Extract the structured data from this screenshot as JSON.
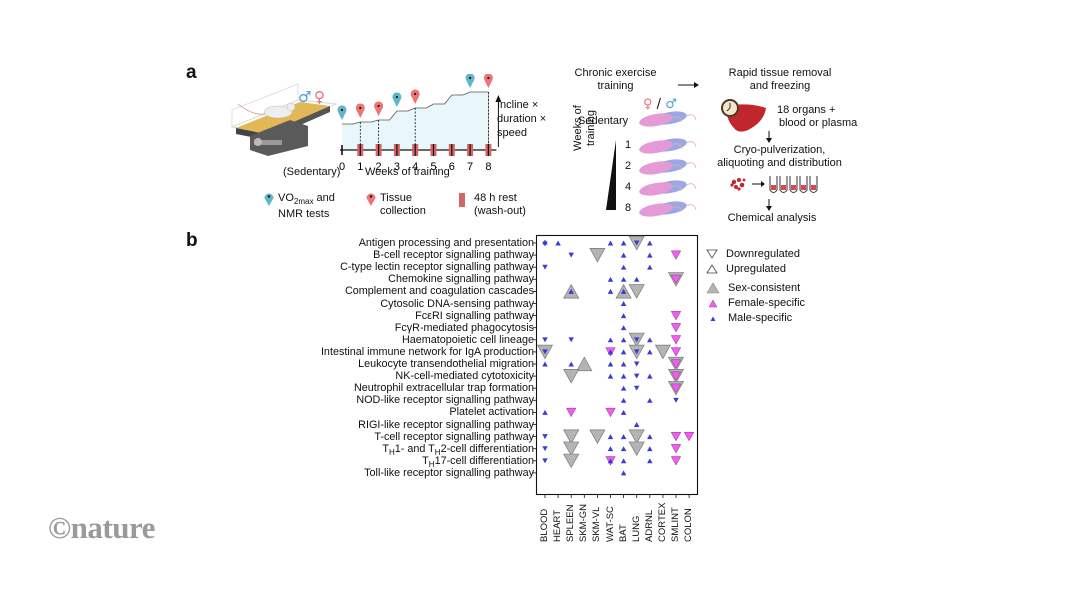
{
  "panel_a": {
    "letter": "a",
    "timeline": {
      "week_ticks": [
        "0",
        "1",
        "2",
        "3",
        "4",
        "5",
        "6",
        "7",
        "8"
      ],
      "sedentary_label": "(Sedentary)",
      "axis_label": "Weeks of training",
      "progression_label": [
        "Incline ×",
        "duration ×",
        "speed"
      ],
      "vo2_test_weeks": [
        0,
        3,
        7
      ],
      "tissue_collection_weeks": [
        1,
        2,
        4,
        8
      ],
      "rest_marker_weeks": [
        1,
        2,
        3,
        4,
        5,
        6,
        7,
        8
      ]
    },
    "legend": {
      "vo2_label_line1_pre": "VO",
      "vo2_label_sub": "2max",
      "vo2_label_line1_post": " and",
      "vo2_label_line2": "NMR tests",
      "tissue_label_line1": "Tissue",
      "tissue_label_line2": "collection",
      "rest_label_line1": "48 h rest",
      "rest_label_line2": "(wash-out)"
    },
    "sex_symbols": {
      "male": "♂",
      "female": "♀"
    },
    "cohort": {
      "title_line1": "Chronic exercise",
      "title_line2": "training",
      "sex_header_female": "♀",
      "sex_header_sep": " / ",
      "sex_header_male": "♂",
      "sedentary": "Sedentary",
      "weeks_axis_line1": "Weeks of",
      "weeks_axis_line2": "training",
      "groups": [
        "1",
        "2",
        "4",
        "8"
      ]
    },
    "workflow": {
      "step1_line1": "Rapid tissue removal",
      "step1_line2": "and freezing",
      "organs_line1": "18 organs +",
      "organs_line2": "blood or plasma",
      "step2_line1": "Cryo-pulverization,",
      "step2_line2": "aliquoting and distribution",
      "step3": "Chemical analysis"
    }
  },
  "panel_b": {
    "letter": "b",
    "legend": {
      "down": "Downregulated",
      "up": "Upregulated",
      "sex_consistent": "Sex-consistent",
      "female_specific": "Female-specific",
      "male_specific": "Male-specific"
    }
  },
  "colors": {
    "sex_consistent": "#b4b4b4",
    "female_specific": "#f25cf0",
    "male_specific": "#3b3bd1",
    "vo2_pin": "#5fb6c9",
    "tissue_pin": "#ef7474",
    "rest_bar": "#d46565",
    "timeline_fill": "#e9f7fb",
    "female_mouse": "#e49ad6",
    "male_mouse": "#9aa7e6",
    "liver": "#c0272d"
  },
  "chart_data": {
    "type": "heatmap",
    "title": "",
    "xlabel": "",
    "ylabel": "",
    "columns": [
      "BLOOD",
      "HEART",
      "SPLEEN",
      "SKM-GN",
      "SKM-VL",
      "WAT-SC",
      "BAT",
      "LUNG",
      "ADRNL",
      "CORTEX",
      "SMLINT",
      "COLON"
    ],
    "rows": [
      "Antigen processing and presentation",
      "B-cell receptor signalling pathway",
      "C-type lectin receptor signalling pathway",
      "Chemokine signalling pathway",
      "Complement and coagulation cascades",
      "Cytosolic DNA-sensing pathway",
      "FcεRI signalling pathway",
      "FcγR-mediated phagocytosis",
      "Haematopoietic cell lineage",
      "Intestinal immune network for IgA production",
      "Leukocyte transendothelial migration",
      "NK-cell-mediated cytotoxicity",
      "Neutrophil extracellular trap formation",
      "NOD-like receptor signalling pathway",
      "Platelet activation",
      "RIGI-like receptor signalling pathway",
      "T-cell receptor signalling pathway",
      "TH1- and TH2-cell differentiation",
      "TH17-cell differentiation",
      "Toll-like receptor signalling pathway"
    ],
    "row_label_parts": [
      null,
      null,
      null,
      null,
      null,
      null,
      null,
      null,
      null,
      null,
      null,
      null,
      null,
      null,
      null,
      null,
      null,
      [
        [
          "T",
          ""
        ],
        [
          "H",
          "sub"
        ],
        [
          "1- and T",
          ""
        ],
        [
          "H",
          "sub"
        ],
        [
          "2-cell differentiation",
          ""
        ]
      ],
      [
        [
          "T",
          ""
        ],
        [
          "H",
          "sub"
        ],
        [
          "17-cell differentiation",
          ""
        ]
      ],
      null
    ],
    "marker_key": "each marker: [row_index, column_index, category, direction]; category in sex_consistent/female/male; direction up/down/both",
    "markers": [
      [
        0,
        0,
        "male",
        "both"
      ],
      [
        0,
        1,
        "male",
        "up"
      ],
      [
        0,
        5,
        "male",
        "up"
      ],
      [
        0,
        6,
        "male",
        "up"
      ],
      [
        0,
        7,
        "sex_consistent",
        "down"
      ],
      [
        0,
        7,
        "male",
        "down"
      ],
      [
        0,
        8,
        "male",
        "up"
      ],
      [
        1,
        2,
        "male",
        "down"
      ],
      [
        1,
        4,
        "sex_consistent",
        "down"
      ],
      [
        1,
        6,
        "male",
        "up"
      ],
      [
        1,
        8,
        "male",
        "up"
      ],
      [
        1,
        10,
        "female",
        "down"
      ],
      [
        2,
        0,
        "male",
        "down"
      ],
      [
        2,
        6,
        "male",
        "up"
      ],
      [
        2,
        8,
        "male",
        "up"
      ],
      [
        3,
        5,
        "male",
        "up"
      ],
      [
        3,
        6,
        "male",
        "up"
      ],
      [
        3,
        7,
        "male",
        "up"
      ],
      [
        3,
        10,
        "sex_consistent",
        "down"
      ],
      [
        3,
        10,
        "female",
        "down"
      ],
      [
        4,
        2,
        "sex_consistent",
        "up"
      ],
      [
        4,
        2,
        "male",
        "up"
      ],
      [
        4,
        5,
        "male",
        "up"
      ],
      [
        4,
        6,
        "sex_consistent",
        "up"
      ],
      [
        4,
        6,
        "male",
        "up"
      ],
      [
        4,
        7,
        "sex_consistent",
        "down"
      ],
      [
        5,
        6,
        "male",
        "up"
      ],
      [
        6,
        6,
        "male",
        "up"
      ],
      [
        6,
        10,
        "female",
        "down"
      ],
      [
        7,
        6,
        "male",
        "up"
      ],
      [
        7,
        10,
        "female",
        "down"
      ],
      [
        8,
        0,
        "male",
        "down"
      ],
      [
        8,
        2,
        "male",
        "down"
      ],
      [
        8,
        5,
        "male",
        "up"
      ],
      [
        8,
        6,
        "male",
        "up"
      ],
      [
        8,
        7,
        "sex_consistent",
        "down"
      ],
      [
        8,
        7,
        "male",
        "down"
      ],
      [
        8,
        8,
        "male",
        "up"
      ],
      [
        8,
        10,
        "female",
        "down"
      ],
      [
        9,
        0,
        "sex_consistent",
        "down"
      ],
      [
        9,
        0,
        "male",
        "down"
      ],
      [
        9,
        5,
        "female",
        "down"
      ],
      [
        9,
        5,
        "male",
        "up"
      ],
      [
        9,
        6,
        "male",
        "up"
      ],
      [
        9,
        7,
        "sex_consistent",
        "down"
      ],
      [
        9,
        7,
        "male",
        "down"
      ],
      [
        9,
        8,
        "male",
        "up"
      ],
      [
        9,
        9,
        "sex_consistent",
        "down"
      ],
      [
        9,
        10,
        "female",
        "down"
      ],
      [
        10,
        0,
        "male",
        "up"
      ],
      [
        10,
        2,
        "male",
        "up"
      ],
      [
        10,
        3,
        "sex_consistent",
        "up"
      ],
      [
        10,
        5,
        "male",
        "up"
      ],
      [
        10,
        6,
        "male",
        "up"
      ],
      [
        10,
        7,
        "male",
        "down"
      ],
      [
        10,
        10,
        "sex_consistent",
        "down"
      ],
      [
        10,
        10,
        "female",
        "down"
      ],
      [
        11,
        2,
        "sex_consistent",
        "down"
      ],
      [
        11,
        5,
        "male",
        "up"
      ],
      [
        11,
        6,
        "male",
        "up"
      ],
      [
        11,
        7,
        "male",
        "down"
      ],
      [
        11,
        8,
        "male",
        "up"
      ],
      [
        11,
        10,
        "sex_consistent",
        "down"
      ],
      [
        11,
        10,
        "female",
        "down"
      ],
      [
        12,
        6,
        "male",
        "up"
      ],
      [
        12,
        7,
        "male",
        "down"
      ],
      [
        12,
        10,
        "sex_consistent",
        "down"
      ],
      [
        12,
        10,
        "female",
        "down"
      ],
      [
        13,
        6,
        "male",
        "up"
      ],
      [
        13,
        8,
        "male",
        "up"
      ],
      [
        13,
        10,
        "male",
        "down"
      ],
      [
        14,
        0,
        "male",
        "up"
      ],
      [
        14,
        2,
        "female",
        "down"
      ],
      [
        14,
        5,
        "female",
        "down"
      ],
      [
        14,
        6,
        "male",
        "up"
      ],
      [
        15,
        7,
        "male",
        "up"
      ],
      [
        16,
        0,
        "male",
        "down"
      ],
      [
        16,
        2,
        "sex_consistent",
        "down"
      ],
      [
        16,
        4,
        "sex_consistent",
        "down"
      ],
      [
        16,
        5,
        "male",
        "up"
      ],
      [
        16,
        6,
        "male",
        "up"
      ],
      [
        16,
        7,
        "sex_consistent",
        "down"
      ],
      [
        16,
        8,
        "male",
        "up"
      ],
      [
        16,
        10,
        "female",
        "down"
      ],
      [
        16,
        11,
        "female",
        "down"
      ],
      [
        17,
        0,
        "male",
        "down"
      ],
      [
        17,
        2,
        "sex_consistent",
        "down"
      ],
      [
        17,
        5,
        "male",
        "up"
      ],
      [
        17,
        6,
        "male",
        "up"
      ],
      [
        17,
        7,
        "sex_consistent",
        "down"
      ],
      [
        17,
        8,
        "male",
        "up"
      ],
      [
        17,
        10,
        "female",
        "down"
      ],
      [
        18,
        0,
        "male",
        "down"
      ],
      [
        18,
        2,
        "sex_consistent",
        "down"
      ],
      [
        18,
        5,
        "female",
        "down"
      ],
      [
        18,
        5,
        "male",
        "up"
      ],
      [
        18,
        6,
        "male",
        "up"
      ],
      [
        18,
        8,
        "male",
        "up"
      ],
      [
        18,
        10,
        "female",
        "down"
      ],
      [
        19,
        6,
        "male",
        "up"
      ]
    ],
    "legend_position": "right"
  },
  "footer": {
    "logo": "©nature"
  }
}
